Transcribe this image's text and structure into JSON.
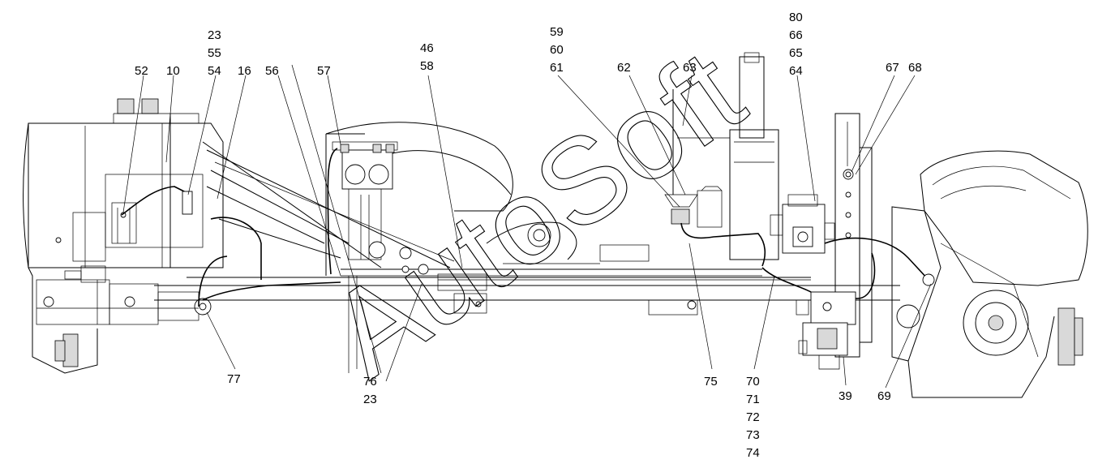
{
  "watermark": "AutoSoft",
  "labels": {
    "l52": "52",
    "l10": "10",
    "l23a": "23",
    "l55": "55",
    "l54": "54",
    "l16": "16",
    "l56": "56",
    "l57": "57",
    "l46": "46",
    "l58": "58",
    "l59": "59",
    "l60": "60",
    "l61": "61",
    "l62": "62",
    "l63": "63",
    "l80": "80",
    "l66": "66",
    "l65": "65",
    "l64": "64",
    "l67": "67",
    "l68": "68",
    "l77": "77",
    "l76": "76",
    "l23b": "23",
    "l75": "75",
    "l70": "70",
    "l71": "71",
    "l72": "72",
    "l73": "73",
    "l74": "74",
    "l39": "39",
    "l69": "69"
  }
}
